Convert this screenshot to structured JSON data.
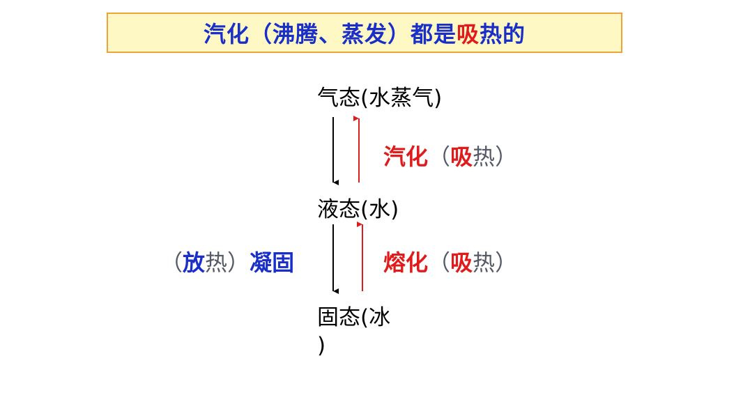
{
  "banner": {
    "text_main": "汽化（沸腾、蒸发）都是",
    "text_highlight": "吸",
    "text_end": "热的"
  },
  "states": {
    "gas": "气态(水蒸气)",
    "liquid": "液态(水)",
    "solid": "固态(冰",
    "solid_close": ")"
  },
  "transitions": {
    "vaporization": {
      "name": "汽化",
      "paren_open": "（",
      "heat_char": "吸",
      "heat_suffix": "热",
      "paren_close": "）"
    },
    "melting": {
      "name": "熔化",
      "paren_open": "（",
      "heat_char": "吸",
      "heat_suffix": "热",
      "paren_close": "）"
    },
    "solidification": {
      "paren_open": "（",
      "heat_char": "放",
      "heat_suffix": "热",
      "paren_close": "）",
      "name": "凝固"
    }
  },
  "colors": {
    "absorb": "#e01b1b",
    "release": "#1a2fc8",
    "neutral": "#000000"
  }
}
